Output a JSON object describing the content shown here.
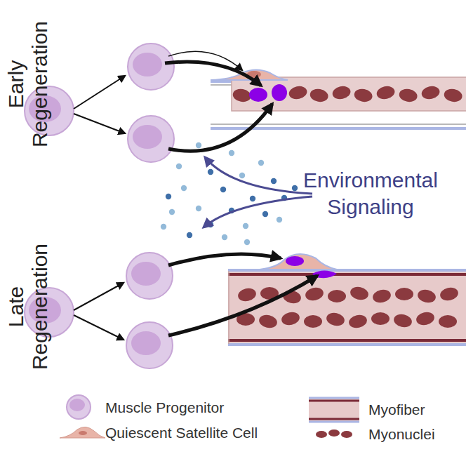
{
  "diagram": {
    "labels": [
      "Early Regeneration",
      "Environmental Signaling",
      "Late Regeneration"
    ],
    "legend": [
      {
        "text": "Muscle Progenitor"
      },
      {
        "text": "Quiescent Satellite Cell"
      },
      {
        "text": "Myofiber"
      },
      {
        "text": "Myonuclei"
      }
    ]
  }
}
